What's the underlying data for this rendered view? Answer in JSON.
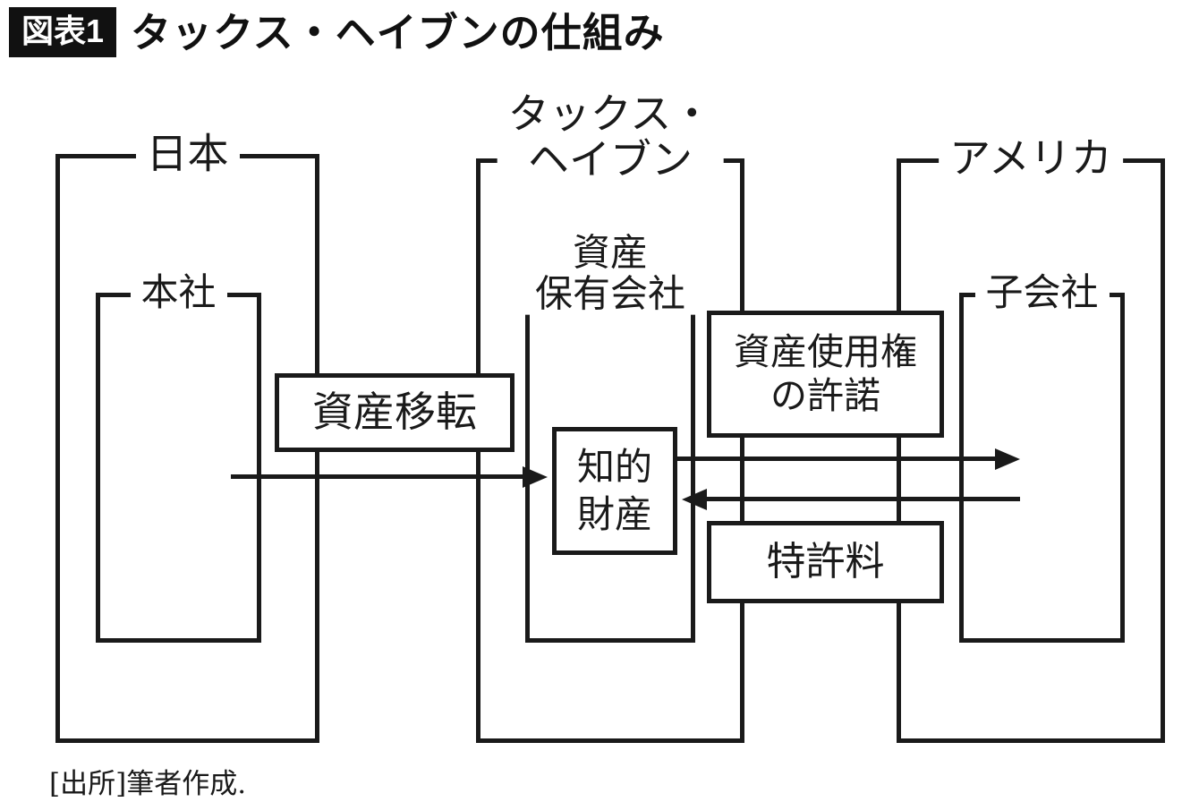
{
  "header": {
    "tag": "図表1",
    "title": "タックス・ヘイブンの仕組み"
  },
  "regions": {
    "japan": {
      "label": "日本"
    },
    "tax_haven": {
      "label_line1": "タックス・",
      "label_line2": "ヘイブン"
    },
    "america": {
      "label": "アメリカ"
    }
  },
  "entities": {
    "head_office": {
      "label": "本社"
    },
    "asset_holding_company": {
      "label_line1": "資産",
      "label_line2": "保有会社"
    },
    "intellectual_property": {
      "label_line1": "知的",
      "label_line2": "財産"
    },
    "subsidiary": {
      "label": "子会社"
    }
  },
  "flows": {
    "asset_transfer": {
      "label": "資産移転"
    },
    "license_grant": {
      "label_line1": "資産使用権",
      "label_line2": "の許諾"
    },
    "royalty": {
      "label": "特許料"
    }
  },
  "source": "[出所]筆者作成.",
  "colors": {
    "ink": "#1a1a1a",
    "background": "#ffffff"
  }
}
